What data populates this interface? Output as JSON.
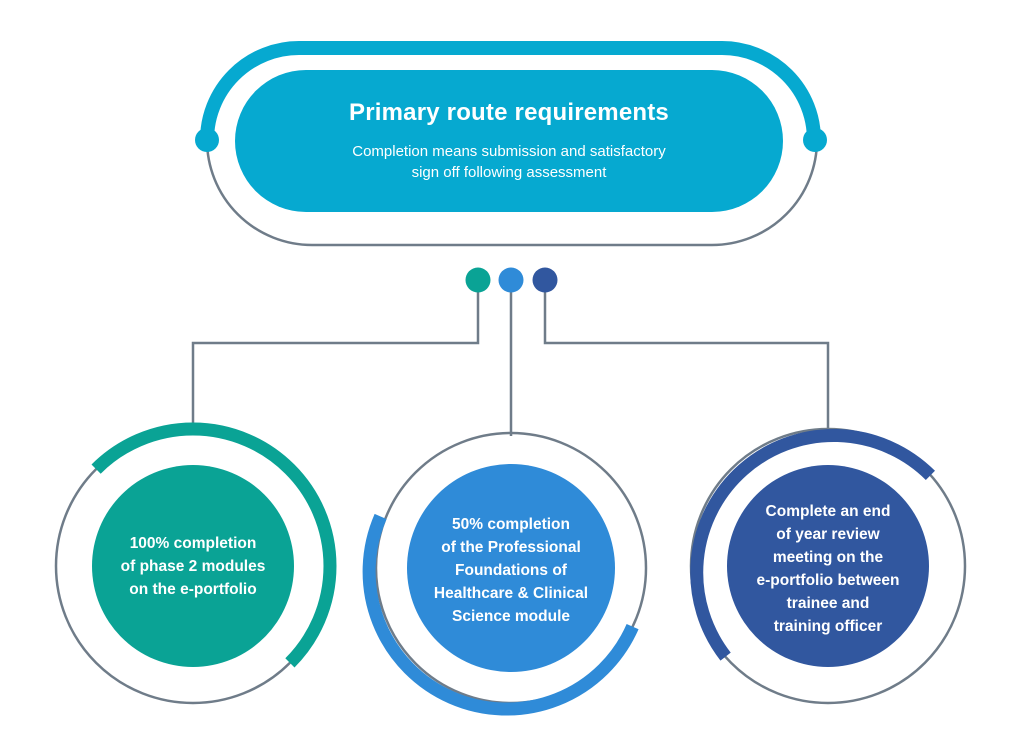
{
  "header": {
    "title": "Primary route requirements",
    "subtitle_lines": [
      "Completion means submission and satisfactory",
      "sign off following assessment"
    ]
  },
  "requirements": [
    {
      "lines": [
        "100% completion",
        "of phase 2 modules",
        "on the e-portfolio"
      ],
      "color": "#0aa395"
    },
    {
      "lines": [
        "50% completion",
        "of the Professional",
        "Foundations of",
        "Healthcare & Clinical",
        "Science module"
      ],
      "color": "#2f8bd8"
    },
    {
      "lines": [
        "Complete an end",
        "of year review",
        "meeting on the",
        "e-portfolio between",
        "trainee and",
        "training officer"
      ],
      "color": "#31579f"
    }
  ],
  "colors": {
    "title_pill": "#06a9d0",
    "connector_gray": "#6f7c89",
    "teal": "#0aa395",
    "blue": "#2f8bd8",
    "navy": "#31579f"
  }
}
